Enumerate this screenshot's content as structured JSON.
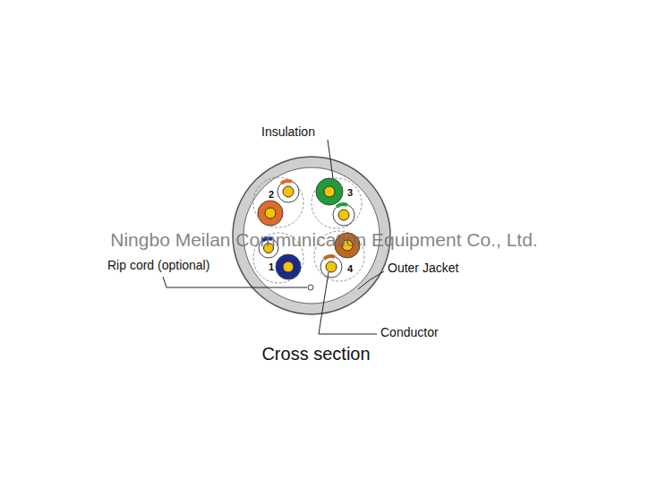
{
  "diagram": {
    "caption": "Cross section",
    "labels": [
      "Insulation",
      "2",
      "3",
      "1",
      "4",
      "Rip cord (optional)",
      "Outer Jacket",
      "Conductor",
      "Ningbo Meilan Communication Equipment Co., Ltd."
    ]
  }
}
